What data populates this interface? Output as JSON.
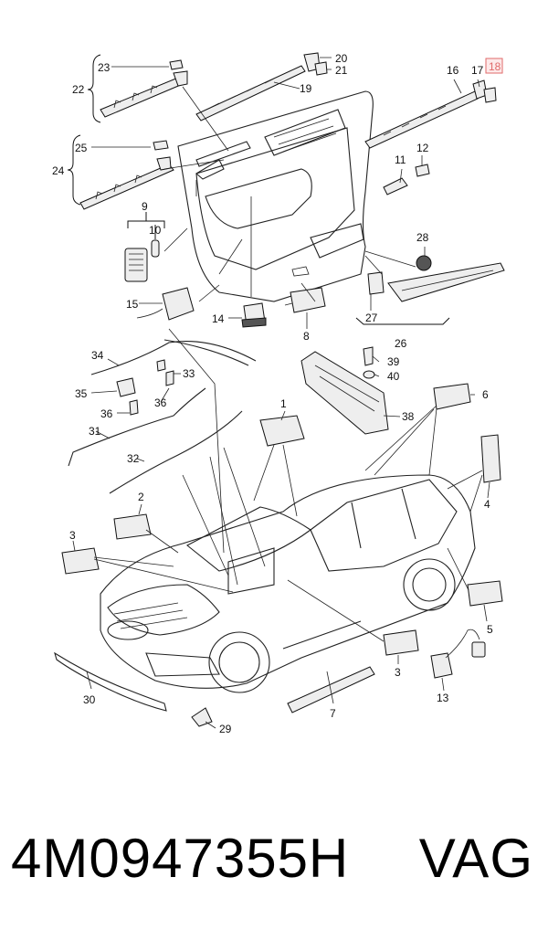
{
  "callouts": {
    "c1": "1",
    "c2": "2",
    "c3a": "3",
    "c3b": "3",
    "c4": "4",
    "c5": "5",
    "c6": "6",
    "c7": "7",
    "c8": "8",
    "c9": "9",
    "c10": "10",
    "c11": "11",
    "c12": "12",
    "c13": "13",
    "c14": "14",
    "c15": "15",
    "c16": "16",
    "c17": "17",
    "c18": "18",
    "c19": "19",
    "c20": "20",
    "c21": "21",
    "c22": "22",
    "c23": "23",
    "c24": "24",
    "c25": "25",
    "c26": "26",
    "c27": "27",
    "c28": "28",
    "c29": "29",
    "c30": "30",
    "c31": "31",
    "c32": "32",
    "c33": "33",
    "c34": "34",
    "c35": "35",
    "c36a": "36",
    "c36b": "36",
    "c38": "38",
    "c39": "39",
    "c40": "40"
  },
  "highlight_color": "#e06a6a",
  "footer": {
    "part_number": "4M0947355H",
    "brand": "VAG"
  }
}
